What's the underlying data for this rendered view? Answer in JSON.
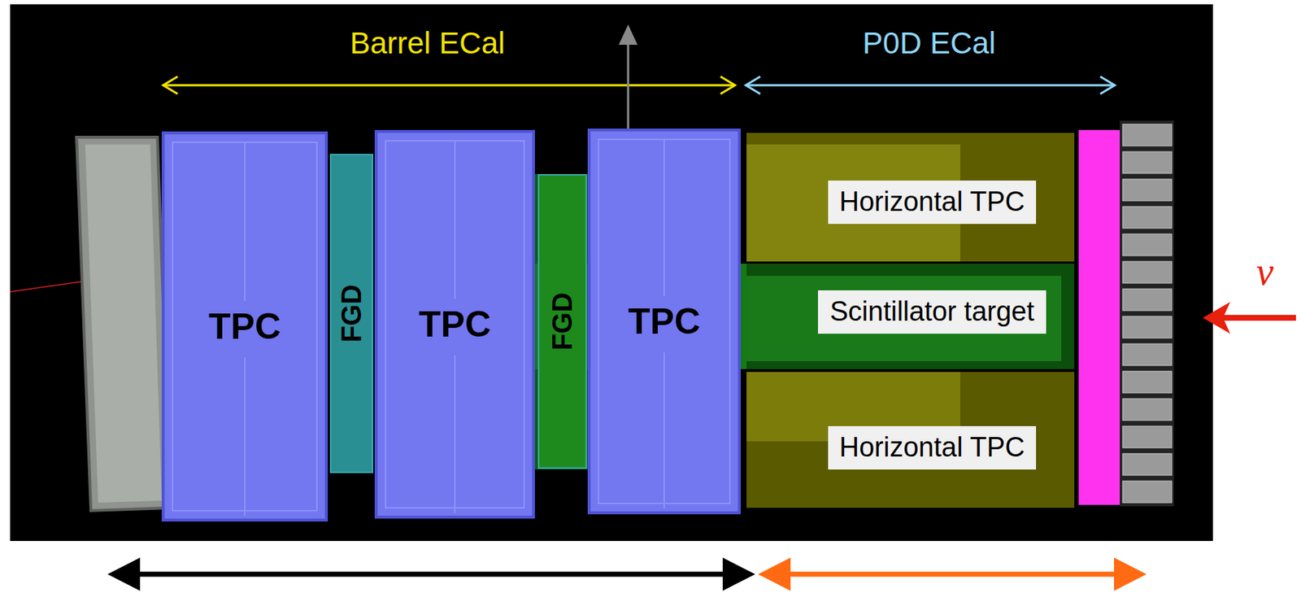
{
  "diagram": {
    "nodes": [
      {
        "text": [
          "TPC"
        ]
      },
      {
        "text": [
          "FGD"
        ]
      },
      {
        "text": [
          "TPC"
        ]
      },
      {
        "text": [
          "FGD"
        ]
      },
      {
        "text": [
          "TPC"
        ]
      },
      {
        "text": [
          "Horizontal TPC"
        ]
      },
      {
        "text": [
          "Scintillator target"
        ]
      },
      {
        "text": [
          "Horizontal TPC"
        ]
      }
    ],
    "labels": [
      "Barrel ECal",
      "P0D ECal",
      "ν"
    ]
  }
}
